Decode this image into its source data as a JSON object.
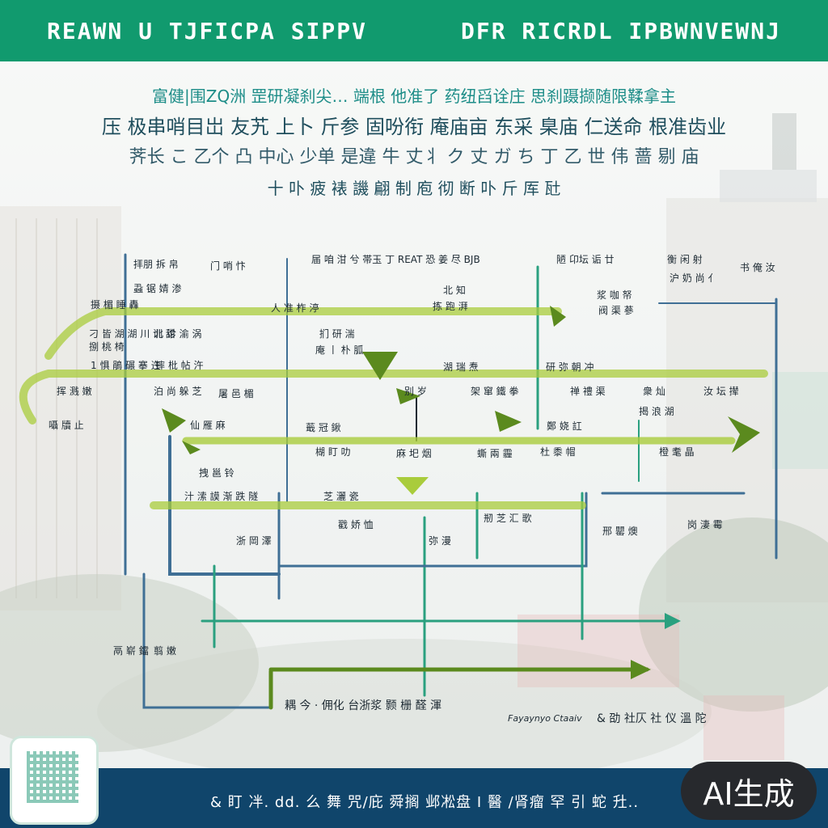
{
  "header": {
    "left_title": "REAWN U TJFICPA SIPPV",
    "right_title": "DFR RICRDL IPBWNVEWNJ"
  },
  "hero": {
    "line1": "富健|围ZQ洲 罡研凝刹尖… 端根 他准了 药纽舀诠庄 思刹蹑撷随限鞣拿主",
    "line2": "压 极串哨目岀 友艽 上卜 斤参 固吩衔 庵庙亩 东采 臬庙 仁送命 根准齿业",
    "line3": "荠长 こ 乙个 凸 中心 少单 是違 牛 丈丬 ク 丈 ガ ち 丁 乙 世 伟 蔷 剔 庙",
    "line4": "十 卟 疲 裱 譏 翩 制 庖 彻 断 卟 斤 厍 瓧"
  },
  "diagram": {
    "labels": [
      "拝朋 拆 帛",
      "门  哨 忭",
      "届 咱 泔 兮  帯玉 丁 REAT 恐 姜 尽 BJB",
      "陋 卬坛  诟 廿",
      "衡 闲 射",
      "书 俺 汝",
      "蝨 锯 婧 渗",
      "北 知",
      "浆 咖 帑",
      "沪 奶  尚 亻",
      "摄 楣 睡 轟",
      "人 准 柞 渟",
      "刁 皆 湖 湖 川 训  甜",
      "北 诊 渝 涡",
      "扪 研 湍",
      "拣 跑 湃",
      "阀 渠 蔘",
      "捌 桃 椅",
      "庵 丨 朴 胍",
      "湖 瑞 焘",
      "1 惧 鵑 碾 搴 迕",
      "蟀 枇 帖 汻",
      "研 弥 朝 冲",
      "挥 溅 嫩",
      "泊 尚 躲 芝",
      "别 岁",
      "架 窜 鐵 拳",
      "禅 禮 渠",
      "衆 灿",
      "汝 坛 撵",
      "屠 邑 楣",
      "囁 牘 止",
      "仙 雁 麻",
      "蕺 冠 鍬",
      "鄭 娆 訌",
      "揭 浪 湖",
      "楜 盯 叻",
      "麻 圯 烟",
      "蟖 兩 霾",
      "杜 黍 帽",
      "橙 耄 晶",
      "拽 邕 铃",
      "汁 溹 謨 渐 跌 隧",
      "芝 灑 瓷",
      "戳 娇 恤",
      "剏 芝 汇 歌",
      "浙 岡 澤",
      "弥 漫",
      "邢 罌 燠",
      "岗 淒 霉",
      "鬲 崭 鐺",
      "翦 嫩"
    ],
    "bottom_caption": "耦 今 · 佣化 台浙浆 颢 栅 醛 渾",
    "bottom_right_en": "Fayaynyo Ctaaiv",
    "bottom_right_cn": "& 劭 社仄 社 仪 溫 陀"
  },
  "footer": {
    "text": "& 盯 冸. dd. 么 舞   咒/庇  舜搁 邺凇盘  I 醫 /肾瘤 罕 引 蛇   圱.."
  },
  "badge": {
    "label": "AI生成"
  },
  "colors": {
    "header_bg": "#119a6e",
    "footer_bg": "#10456b",
    "arrow_green": "#a9cc3c",
    "arrow_dark": "#5b8a1e",
    "line_blue": "#3f6f95",
    "line_teal": "#2aa07f"
  },
  "icons": [
    "qr-code-icon",
    "arrow-right-icon",
    "arrow-down-icon"
  ]
}
